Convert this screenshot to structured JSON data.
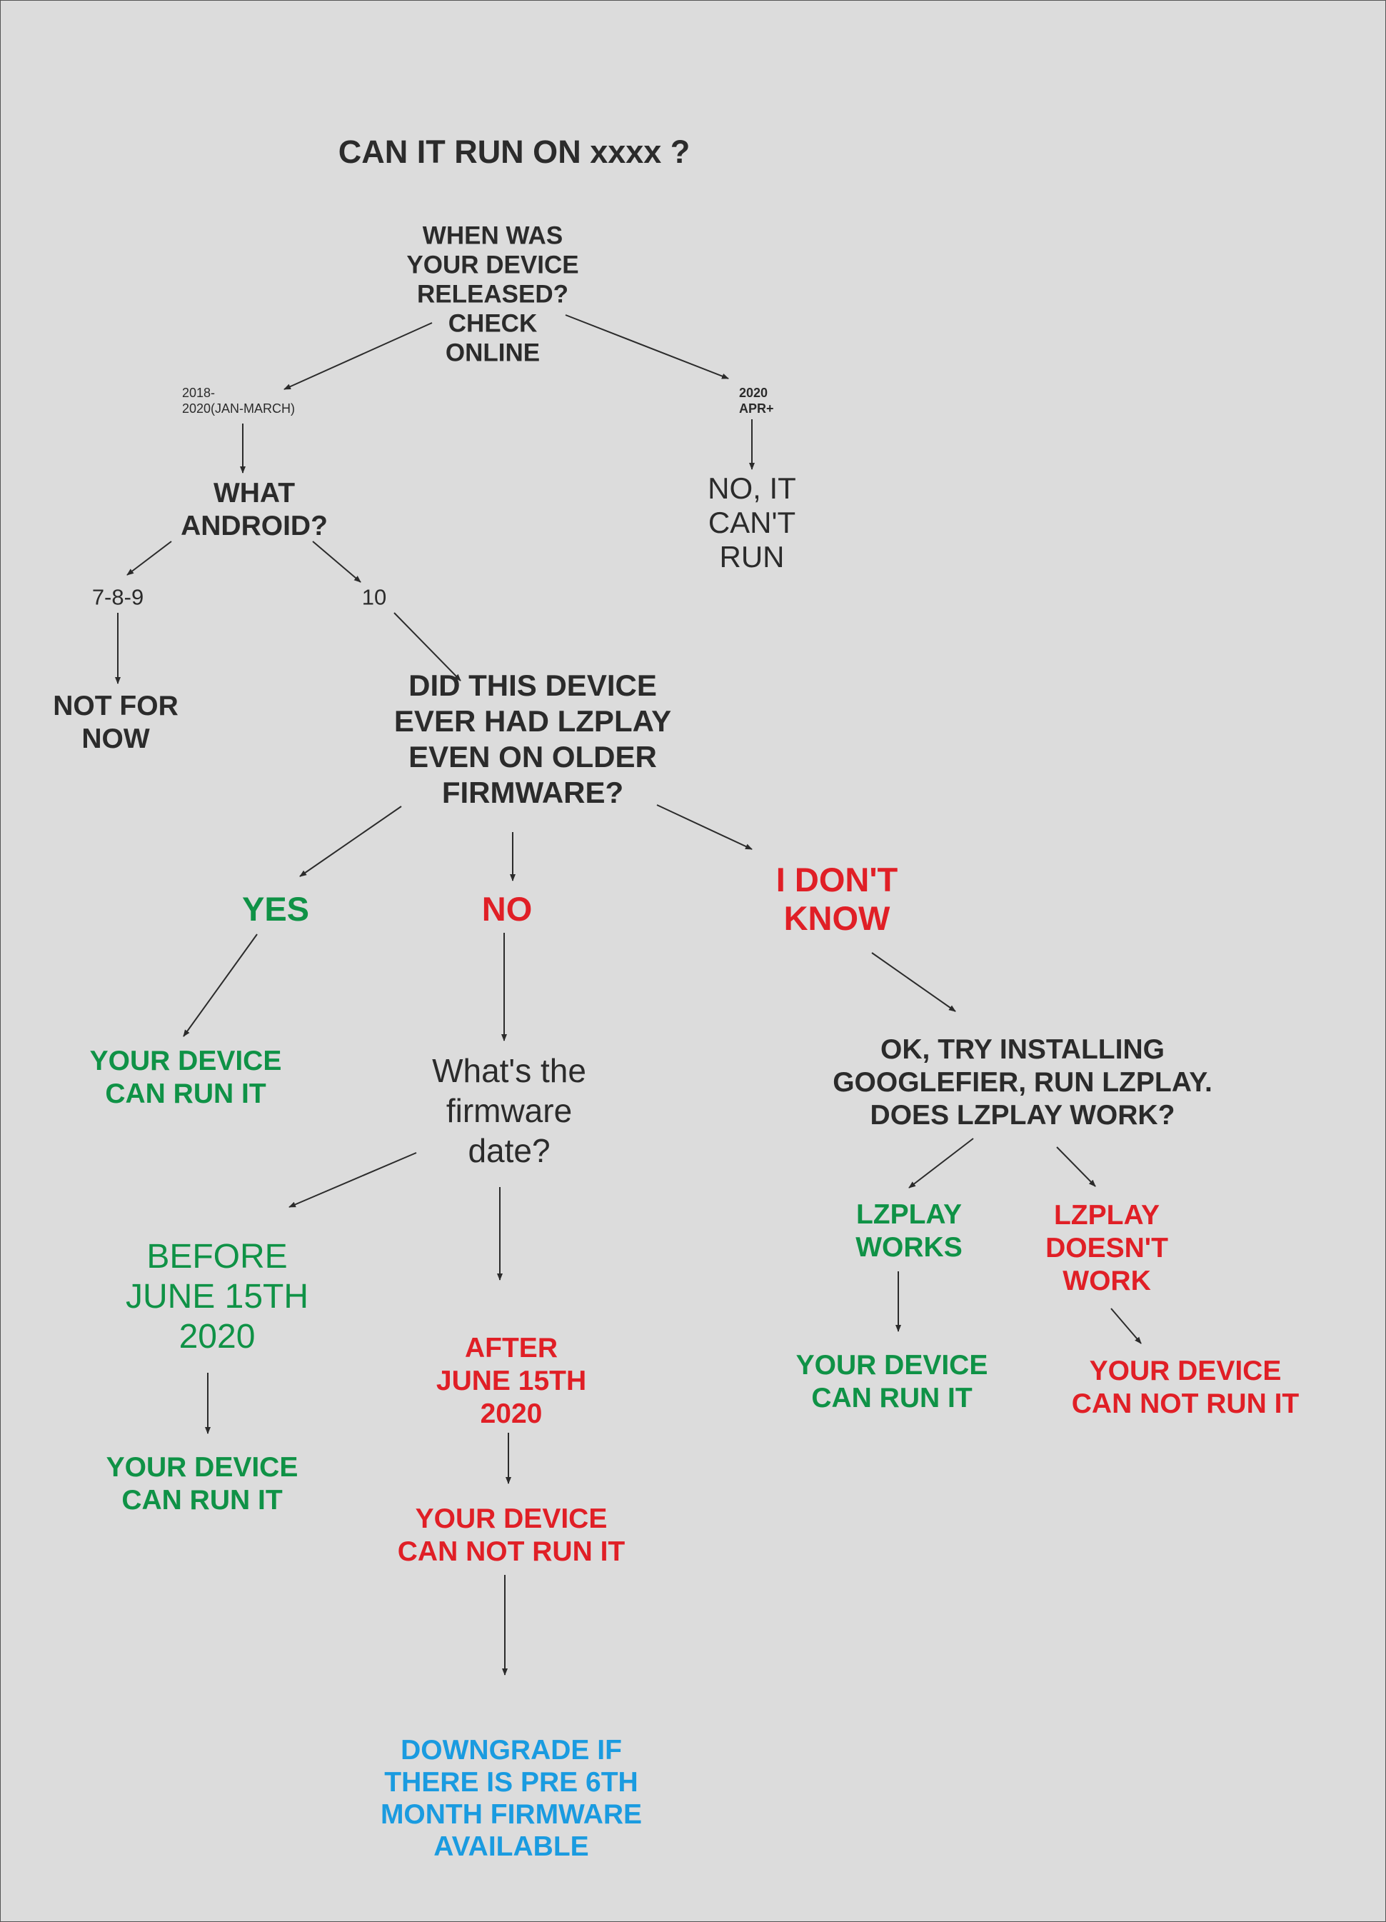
{
  "title": "CAN IT RUN ON xxxx ?",
  "nodes": {
    "release_question": "WHEN WAS\nYOUR DEVICE\nRELEASED?\nCHECK\nONLINE",
    "release_early": "2018-\n2020(JAN-MARCH)",
    "release_late": "2020\nAPR+",
    "cant_run": "NO, IT\nCAN'T\nRUN",
    "android_question": "WHAT\nANDROID?",
    "android_old": "7-8-9",
    "android_10": "10",
    "not_for_now": "NOT FOR\nNOW",
    "lzplay_question": "DID THIS DEVICE\nEVER HAD LZPLAY\nEVEN ON OLDER\nFIRMWARE?",
    "yes": "YES",
    "no": "NO",
    "dont_know": "I DON'T\nKNOW",
    "yes_result": "YOUR DEVICE\nCAN RUN IT",
    "firmware_question": "What's the\nfirmware\ndate?",
    "googlefier": "OK, TRY INSTALLING\nGOOGLEFIER, RUN LZPLAY.\nDOES LZPLAY WORK?",
    "lzplay_works": "LZPLAY\nWORKS",
    "lzplay_not_work": "LZPLAY\nDOESN'T\nWORK",
    "works_result": "YOUR DEVICE\nCAN RUN IT",
    "not_work_result": "YOUR DEVICE\nCAN NOT RUN IT",
    "before_date": "BEFORE\nJUNE 15TH\n2020",
    "after_date": "AFTER\nJUNE 15TH\n2020",
    "before_result": "YOUR DEVICE\nCAN RUN IT",
    "after_result": "YOUR DEVICE\nCAN NOT RUN IT",
    "downgrade": "DOWNGRADE IF\nTHERE IS PRE 6TH\nMONTH FIRMWARE\nAVAILABLE"
  },
  "colors": {
    "text": "#2b2b2b",
    "green": "#0f9246",
    "red": "#e01f26",
    "blue": "#1a9be0",
    "background": "#dcdcdc",
    "arrow": "#2b2b2b"
  }
}
